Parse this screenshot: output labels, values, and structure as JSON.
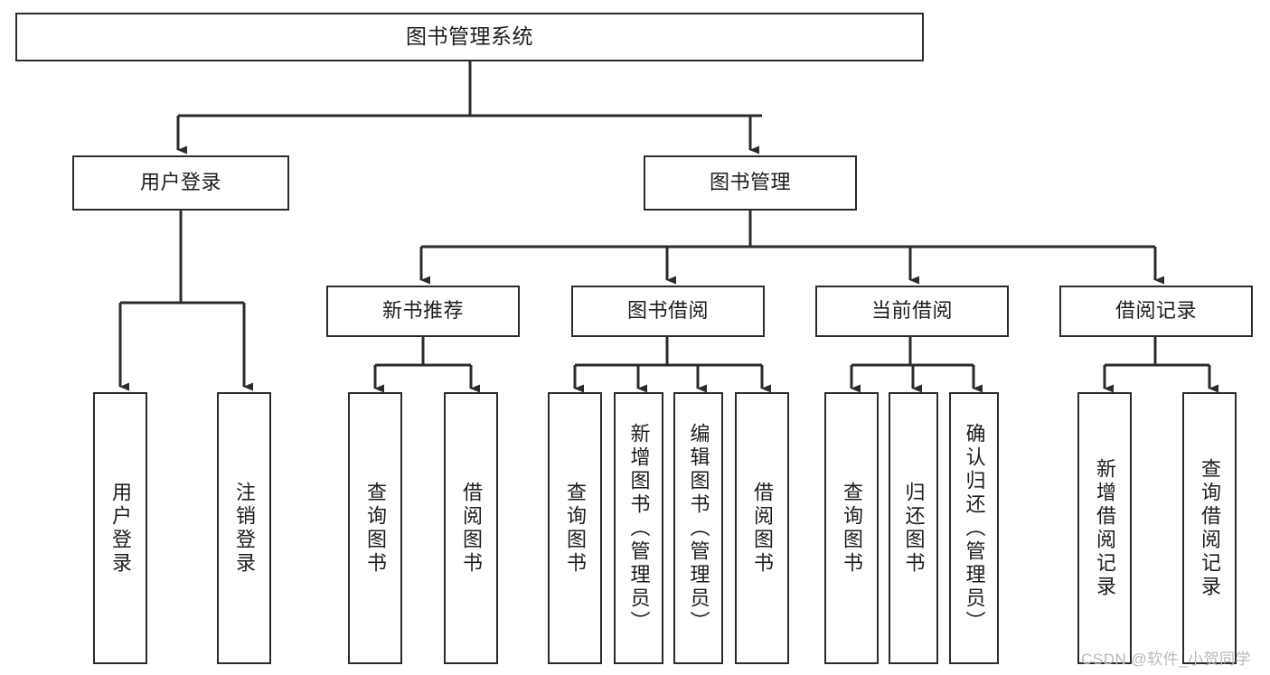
{
  "diagram": {
    "title": "图书管理系统",
    "type": "tree-hierarchy",
    "watermark": "CSDN @软件_小贺同学",
    "colors": {
      "stroke": "#2b2b2b",
      "fill": "#ffffff",
      "text": "#1d1d1d",
      "watermark": "#b9b9b9"
    },
    "nodes": {
      "root": {
        "label": "图书管理系统",
        "orientation": "horizontal"
      },
      "level2": [
        {
          "id": "user-login",
          "label": "用户登录",
          "orientation": "horizontal"
        },
        {
          "id": "book-manage",
          "label": "图书管理",
          "orientation": "horizontal"
        }
      ],
      "level3": [
        {
          "id": "new-book-recommend",
          "label": "新书推荐",
          "orientation": "horizontal"
        },
        {
          "id": "book-borrow",
          "label": "图书借阅",
          "orientation": "horizontal"
        },
        {
          "id": "current-borrow",
          "label": "当前借阅",
          "orientation": "horizontal"
        },
        {
          "id": "borrow-record",
          "label": "借阅记录",
          "orientation": "horizontal"
        }
      ],
      "leaves": [
        {
          "id": "leaf-user-login",
          "label": "用户登录",
          "orientation": "vertical",
          "parent": "user-login"
        },
        {
          "id": "leaf-logout-login",
          "label": "注销登录",
          "orientation": "vertical",
          "parent": "user-login"
        },
        {
          "id": "leaf-query-book-1",
          "label": "查询图书",
          "orientation": "vertical",
          "parent": "new-book-recommend"
        },
        {
          "id": "leaf-borrow-book-1",
          "label": "借阅图书",
          "orientation": "vertical",
          "parent": "new-book-recommend"
        },
        {
          "id": "leaf-query-book-2",
          "label": "查询图书",
          "orientation": "vertical",
          "parent": "book-borrow"
        },
        {
          "id": "leaf-add-book",
          "label": "新增图书（管理员）",
          "orientation": "vertical",
          "parent": "book-borrow"
        },
        {
          "id": "leaf-edit-book",
          "label": "编辑图书（管理员）",
          "orientation": "vertical",
          "parent": "book-borrow"
        },
        {
          "id": "leaf-borrow-book-2",
          "label": "借阅图书",
          "orientation": "vertical",
          "parent": "book-borrow"
        },
        {
          "id": "leaf-query-book-3",
          "label": "查询图书",
          "orientation": "vertical",
          "parent": "current-borrow"
        },
        {
          "id": "leaf-return-book",
          "label": "归还图书",
          "orientation": "vertical",
          "parent": "current-borrow"
        },
        {
          "id": "leaf-confirm-return",
          "label": "确认归还（管理员）",
          "orientation": "vertical",
          "parent": "current-borrow"
        },
        {
          "id": "leaf-add-record",
          "label": "新增借阅记录",
          "orientation": "vertical",
          "parent": "borrow-record"
        },
        {
          "id": "leaf-query-record",
          "label": "查询借阅记录",
          "orientation": "vertical",
          "parent": "borrow-record"
        }
      ]
    }
  }
}
